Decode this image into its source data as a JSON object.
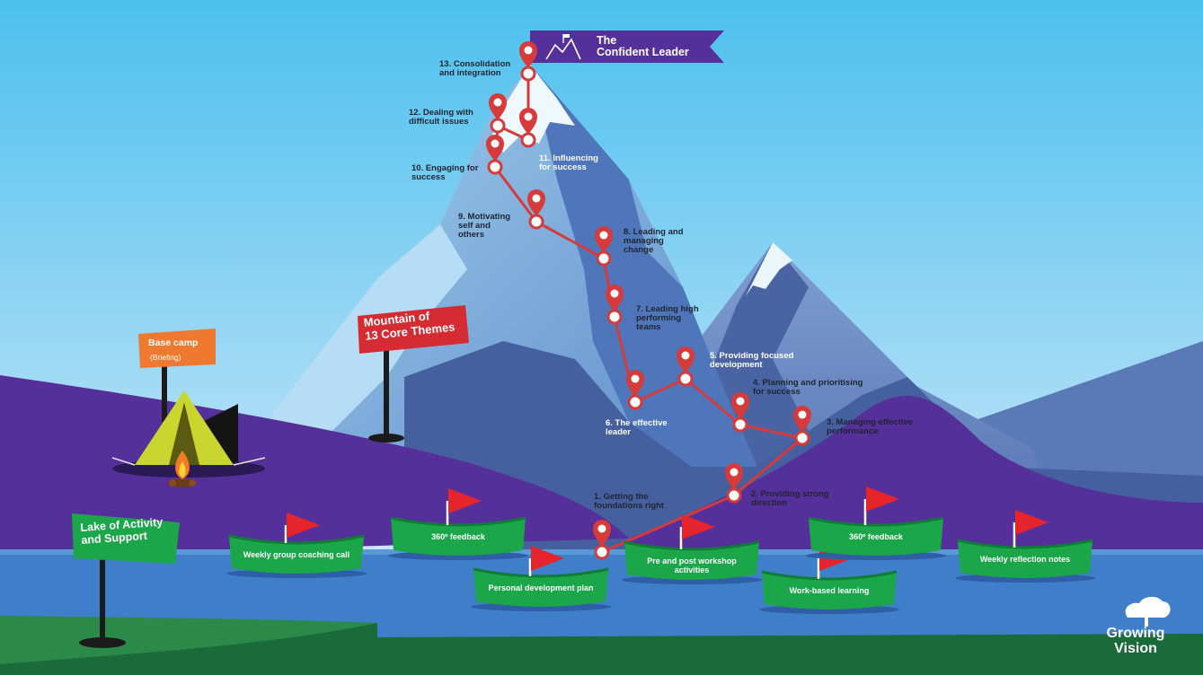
{
  "colors": {
    "sky_top": "#4fc3ef",
    "sky_bottom": "#d6eefa",
    "purple": "#55309a",
    "lake": "#3f7ec8",
    "ground": "#1a6a3a",
    "route": "#d63a3a",
    "boat": "#1ba64a",
    "flag": "#e5242b",
    "orange_sign": "#ef7a2f",
    "green_sign": "#1ba64a"
  },
  "summit_banner": {
    "title": "The\nConfident Leader",
    "icon": "flag-on-mountain-icon"
  },
  "theme_sign": {
    "text": "Mountain of\n13 Core Themes"
  },
  "base_camp": {
    "title": "Base camp",
    "subtitle": "(Briefing)"
  },
  "lake_sign": {
    "text": "Lake of Activity\nand Support"
  },
  "route_stops": [
    {
      "label": "1. Getting the\nfoundations right"
    },
    {
      "label": "2. Providing strong\ndirection"
    },
    {
      "label": "3. Managing effective\nperformance"
    },
    {
      "label": "4. Planning and prioritising\nfor success"
    },
    {
      "label": "5. Providing focused\ndevelopment"
    },
    {
      "label": "6. The effective\nleader"
    },
    {
      "label": "7. Leading high\nperforming\nteams"
    },
    {
      "label": "8. Leading and\nmanaging\nchange"
    },
    {
      "label": "9. Motivating\nself and\nothers"
    },
    {
      "label": "10. Engaging for\nsuccess"
    },
    {
      "label": "11. Influencing\nfor success"
    },
    {
      "label": "12. Dealing with\ndifficult issues"
    },
    {
      "label": "13. Consolidation\nand integration"
    }
  ],
  "boats": [
    {
      "label": "Weekly group coaching call"
    },
    {
      "label": "360º feedback"
    },
    {
      "label": "Personal development plan"
    },
    {
      "label": "Pre and post workshop\nactivities"
    },
    {
      "label": "Work-based learning"
    },
    {
      "label": "360º feedback"
    },
    {
      "label": "Weekly reflection notes"
    }
  ],
  "brand": {
    "name": "Growing\nVision",
    "icon": "tree-icon"
  }
}
